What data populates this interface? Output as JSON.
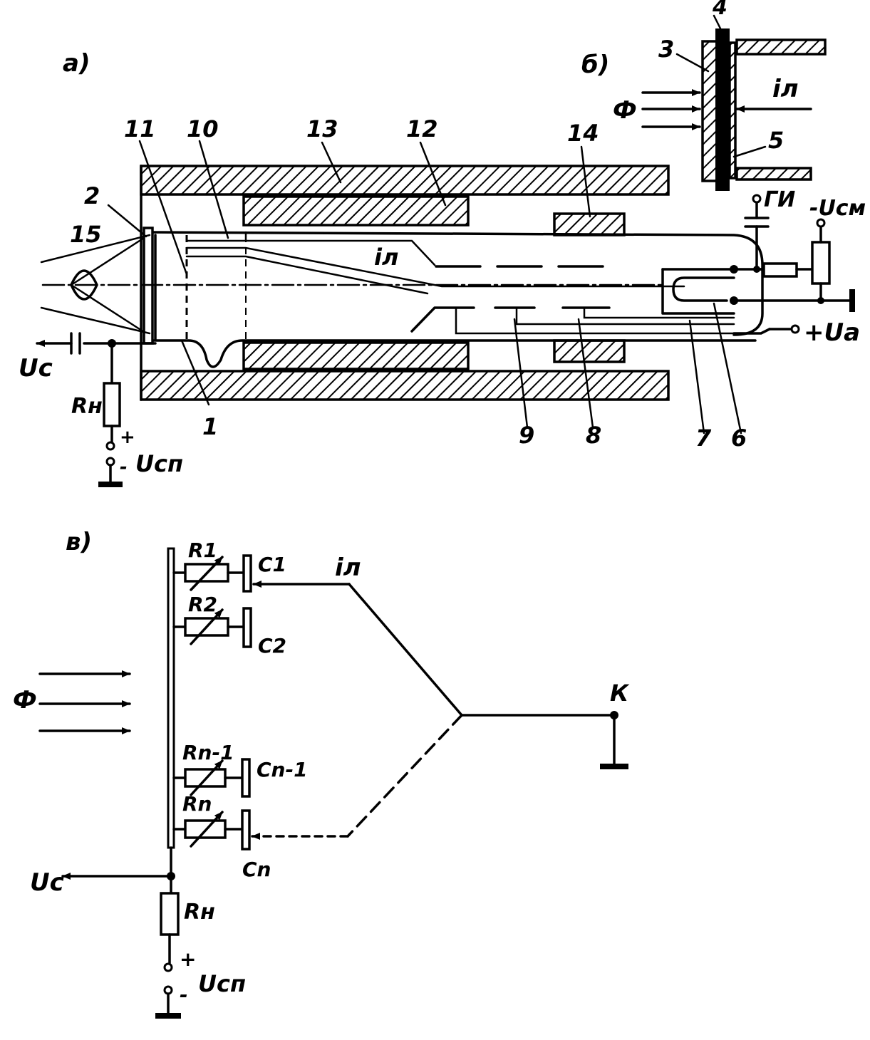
{
  "part_a": {
    "panel_label": "а)",
    "part_numbers": {
      "n1": "1",
      "n2": "2",
      "n6": "6",
      "n7": "7",
      "n8": "8",
      "n9": "9",
      "n10": "10",
      "n11": "11",
      "n12": "12",
      "n13": "13",
      "n14": "14",
      "n15": "15"
    },
    "beam_label": "iл",
    "signal_label": "Uс",
    "load_label": "Rн",
    "supply_label": "Uсп",
    "plus": "+",
    "minus": "-",
    "pulse_label": "ГИ",
    "bias_label": "-Uсм",
    "anode_label": "+Ua"
  },
  "part_b": {
    "panel_label": "б)",
    "part_numbers": {
      "n3": "3",
      "n4": "4",
      "n5": "5"
    },
    "flux_label": "Ф",
    "beam_label": "iл"
  },
  "part_v": {
    "panel_label": "в)",
    "flux_label": "Ф",
    "beam_label": "iл",
    "cathode_label": "К",
    "signal_label": "Uс",
    "load_label": "Rн",
    "supply_label": "Uсп",
    "plus": "+",
    "minus": "-",
    "resistors": [
      "R1",
      "R2",
      "Rn-1",
      "Rn"
    ],
    "capacitors": [
      "C1",
      "C2",
      "Cn-1",
      "Cn"
    ]
  }
}
